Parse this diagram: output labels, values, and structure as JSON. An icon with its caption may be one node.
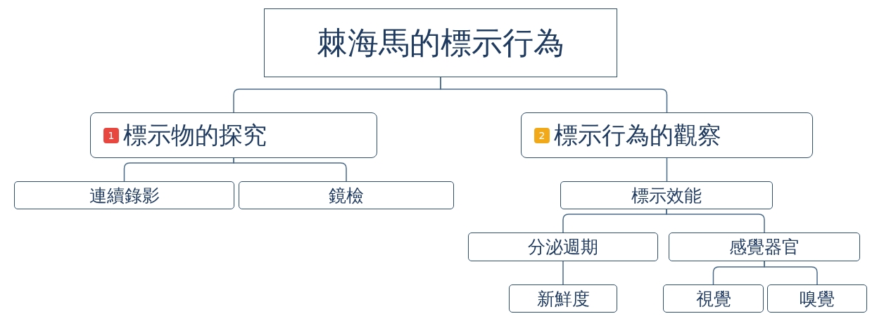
{
  "diagram": {
    "nodes": [
      {
        "text": [
          "棘海馬的標示行為"
        ]
      },
      {
        "text": [
          "1",
          "標示物的探究"
        ]
      },
      {
        "text": [
          "2",
          "標示行為的觀察"
        ]
      },
      {
        "text": [
          "連續錄影"
        ]
      },
      {
        "text": [
          "鏡檢"
        ]
      },
      {
        "text": [
          "標示效能"
        ]
      },
      {
        "text": [
          "分泌週期"
        ]
      },
      {
        "text": [
          "感覺器官"
        ]
      },
      {
        "text": [
          "新鮮度"
        ]
      },
      {
        "text": [
          "視覺"
        ]
      },
      {
        "text": [
          "嗅覺"
        ]
      }
    ],
    "edges": [
      {
        "from": 0,
        "to": 1,
        "arrow": "none"
      },
      {
        "from": 0,
        "to": 2,
        "arrow": "none"
      },
      {
        "from": 1,
        "to": 3,
        "arrow": "none"
      },
      {
        "from": 1,
        "to": 4,
        "arrow": "none"
      },
      {
        "from": 2,
        "to": 5,
        "arrow": "none"
      },
      {
        "from": 5,
        "to": 6,
        "arrow": "none"
      },
      {
        "from": 5,
        "to": 7,
        "arrow": "none"
      },
      {
        "from": 6,
        "to": 8,
        "arrow": "none"
      },
      {
        "from": 7,
        "to": 9,
        "arrow": "none"
      },
      {
        "from": 7,
        "to": 10,
        "arrow": "none"
      }
    ]
  }
}
